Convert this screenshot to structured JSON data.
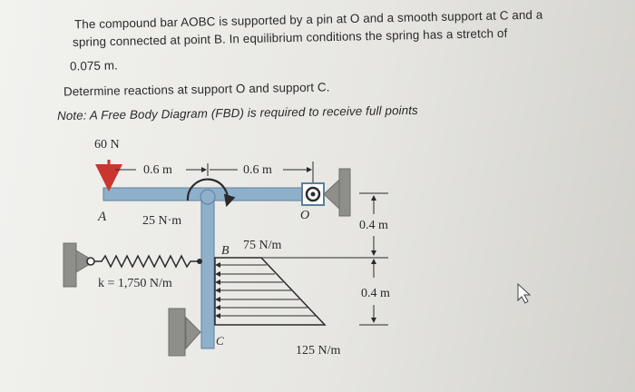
{
  "problem": {
    "line1": "The compound bar AOBC is supported by a pin at O and a smooth support at C and a",
    "line2": "spring connected at point B. In equilibrium conditions the spring has a stretch of",
    "line3": "0.075 m.",
    "question": "Determine reactions at support O and support C.",
    "note": "Note: A Free Body Diagram (FBD) is required to receive full points"
  },
  "diagram": {
    "force_label": "60 N",
    "point_a": "A",
    "dim_a_joint": "0.6 m",
    "dim_joint_o": "0.6 m",
    "moment_label": "25 N·m",
    "point_o": "O",
    "point_b": "B",
    "point_c": "C",
    "spring_label": "k = 1,750 N/m",
    "load_top": "75 N/m",
    "load_bottom": "125 N/m",
    "dim_upper": "0.4 m",
    "dim_lower": "0.4 m"
  },
  "colors": {
    "bar": "#8fb0cb",
    "bar_edge": "#5f7f99",
    "force": "#c8362e",
    "support": "#8e8e8a",
    "ink": "#2a2a2a"
  }
}
